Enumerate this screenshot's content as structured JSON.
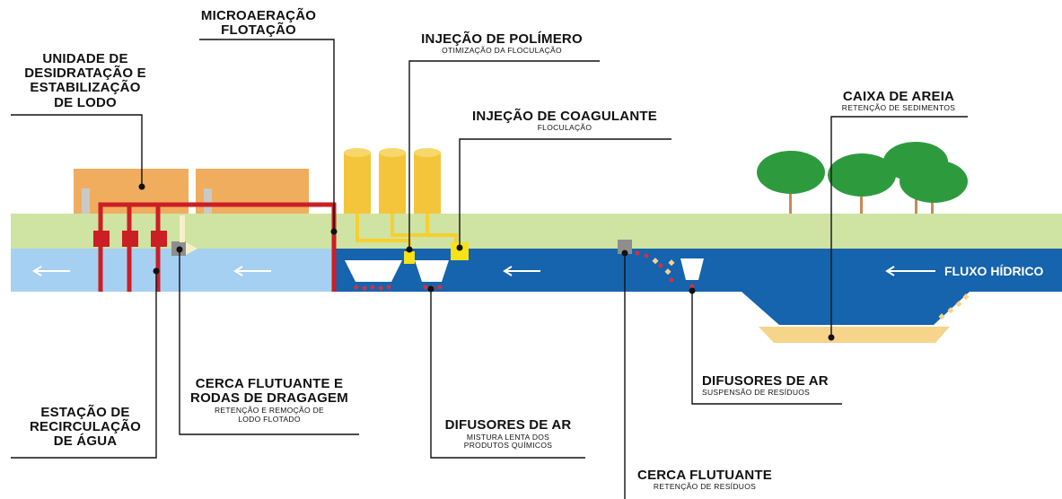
{
  "labels": {
    "desidratacao": {
      "title": "UNIDADE DE\nDESIDRATAÇÃO E\nESTABILIZAÇÃO\nDE LODO"
    },
    "microaeracao": {
      "title": "MICROAERAÇÃO\nFLOTAÇÃO"
    },
    "polimero": {
      "title": "INJEÇÃO DE POLÍMERO",
      "sub": "OTIMIZAÇÃO DA FLOCULAÇÃO"
    },
    "coagulante": {
      "title": "INJEÇÃO DE COAGULANTE",
      "sub": "FLOCULAÇÃO"
    },
    "caixa_areia": {
      "title": "CAIXA DE AREIA",
      "sub": "RETENÇÃO DE SEDIMENTOS"
    },
    "fluxo": {
      "title": "FLUXO HÍDRICO"
    },
    "difusores_residuos": {
      "title": "DIFUSORES DE AR",
      "sub": "SUSPENSÃO DE RESÍDUOS"
    },
    "cerca_dragagem": {
      "title": "CERCA FLUTUANTE E\nRODAS DE DRAGAGEM",
      "sub": "RETENÇÃO E REMOÇÃO DE\nLODO FLOTADO"
    },
    "estacao": {
      "title": "ESTAÇÃO DE\nRECIRCULAÇÃO\nDE ÁGUA"
    },
    "difusores_quimicos": {
      "title": "DIFUSORES DE AR",
      "sub": "MISTURA LENTA DOS\nPRODUTOS QUÍMICOS"
    },
    "cerca_residuos": {
      "title": "CERCA FLUTUANTE",
      "sub": "RETENÇÃO DE RESÍDUOS"
    }
  },
  "colors": {
    "grass": "#cfe3a3",
    "water_clean": "#a6d0f2",
    "water_river": "#1663ae",
    "sand": "#f6d48a",
    "building": "#f0ad5e",
    "tank": "#f4c53a",
    "pipe_red": "#cc1e25",
    "pipe_yellow": "#f7cf2e",
    "tree": "#2d9b3d",
    "leader": "#111111"
  },
  "icons": {
    "arrow": "arrow-left-icon",
    "tree": "tree-icon",
    "tank": "tank-icon",
    "fence": "floating-fence-icon",
    "diffuser": "air-diffuser-icon"
  }
}
